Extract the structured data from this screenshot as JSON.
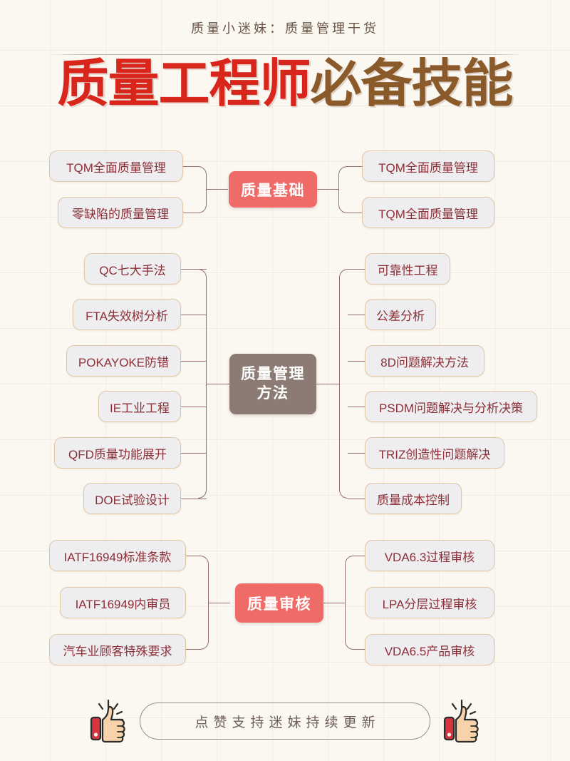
{
  "header": {
    "subtitle": "质量小迷妹：质量管理干货",
    "title_part1": "质量工程师",
    "title_part2": "必备技能",
    "title_color_1": "#d8261d",
    "title_color_2": "#8a5a2b"
  },
  "colors": {
    "background": "#fbf7f1",
    "leaf_fill": "#eeedf0",
    "leaf_border": "#e3c6a2",
    "leaf_text": "#8c2f36",
    "hub_red": "#ef6b68",
    "hub_brown": "#8c7b74",
    "connector": "#96716c"
  },
  "sections": [
    {
      "hub": "质量基础",
      "hub_style": "red",
      "left": [
        "TQM全面质量管理",
        "零缺陷的质量管理"
      ],
      "right": [
        "TQM全面质量管理",
        "TQM全面质量管理"
      ]
    },
    {
      "hub": "质量管理方法",
      "hub_line1": "质量管理",
      "hub_line2": "方法",
      "hub_style": "brown",
      "left": [
        "QC七大手法",
        "FTA失效树分析",
        "POKAYOKE防错",
        "IE工业工程",
        "QFD质量功能展开",
        "DOE试验设计"
      ],
      "right": [
        "可靠性工程",
        "公差分析",
        "8D问题解决方法",
        "PSDM问题解决与分析决策",
        "TRIZ创造性问题解决",
        "质量成本控制"
      ]
    },
    {
      "hub": "质量审核",
      "hub_style": "red",
      "left": [
        "IATF16949标准条款",
        "IATF16949内审员",
        "汽车业顾客特殊要求"
      ],
      "right": [
        "VDA6.3过程审核",
        "LPA分层过程审核",
        "VDA6.5产品审核"
      ]
    }
  ],
  "footer": {
    "cta_text": "点赞支持迷妹持续更新",
    "icon_left": "thumbs-up-icon",
    "icon_right": "thumbs-up-icon"
  }
}
